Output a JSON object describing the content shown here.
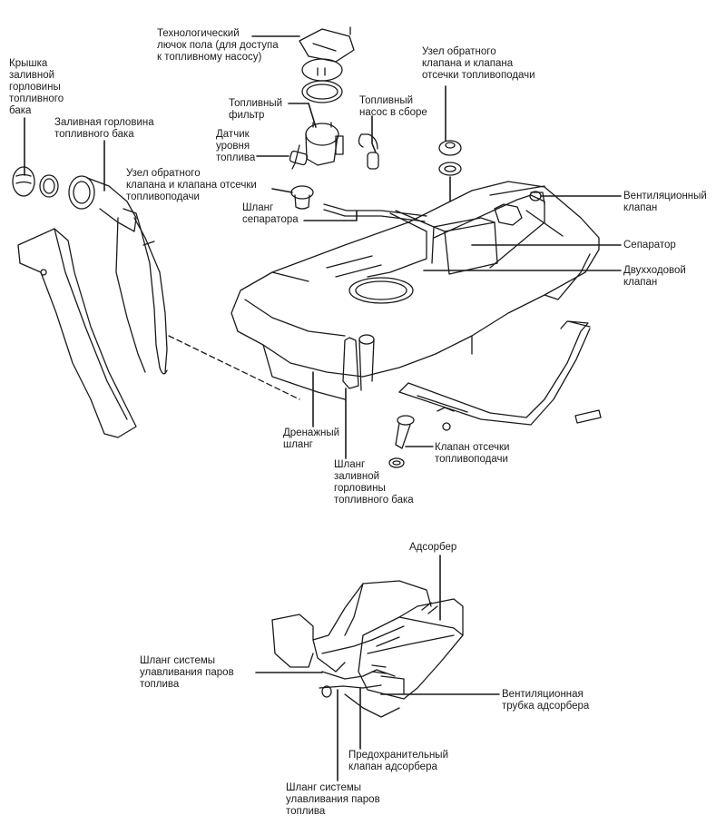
{
  "diagram": {
    "title": "Топливная система: топливный бак и адсорбер",
    "colors": {
      "line": "#1a1a1a",
      "background": "#ffffff"
    },
    "labels": {
      "filler_cap": "Крышка\nзаливной\nгорловины\nтопливного\nбака",
      "filler_neck": "Заливная горловина\nтопливного бака",
      "service_hatch": "Технологический\nлючок пола (для доступа\nк топливному насосу)",
      "fuel_filter": "Топливный\nфильтр",
      "fuel_level_sensor": "Датчик\nуровня\nтоплива",
      "check_cutoff_valve_left": "Узел обратного\nклапана и клапана отсечки\nтопливоподачи",
      "separator_hose": "Шланг\nсепаратора",
      "fuel_pump_assy": "Топливный\nнасос в сборе",
      "check_cutoff_valve_top": "Узел обратного\nклапана и клапана\nотсечки топливоподачи",
      "vent_valve": "Вентиляционный\nклапан",
      "separator": "Сепаратор",
      "two_way_valve": "Двухходовой\nклапан",
      "drain_hose": "Дренажный\nшланг",
      "filler_hose": "Шланг\nзаливной\nгорловины\nтопливного бака",
      "fuel_cutoff_valve": "Клапан отсечки\nтопливоподачи",
      "canister": "Адсорбер",
      "vapor_hose_left": "Шланг системы\nулавливания паров\nтоплива",
      "canister_vent_tube": "Вентиляционная\nтрубка адсорбера",
      "canister_safety_valve": "Предохранительный\nклапан адсорбера",
      "vapor_hose_bottom": "Шланг системы\nулавливания паров\nтоплива"
    }
  }
}
